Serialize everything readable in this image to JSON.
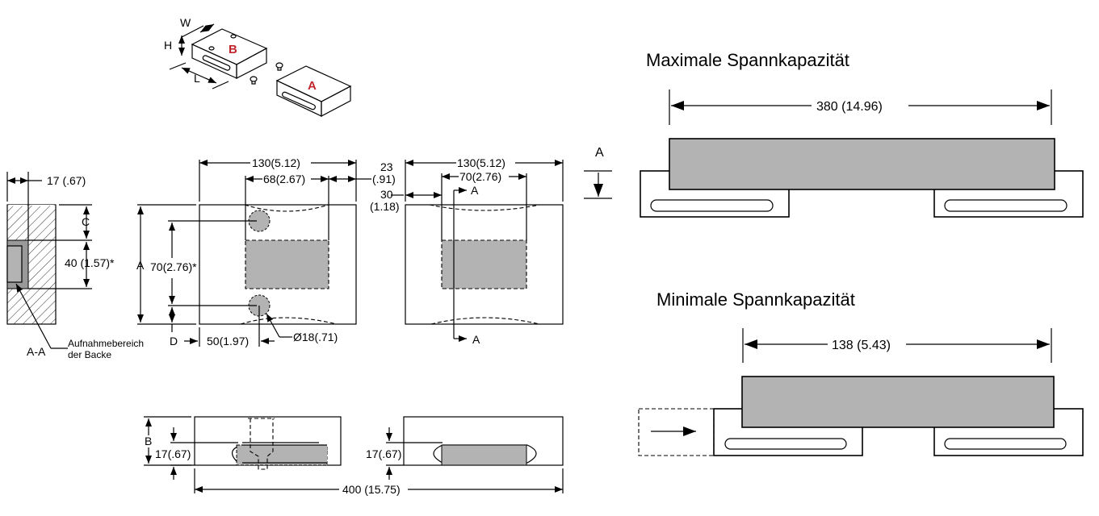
{
  "iso_view": {
    "block_b_label": "B",
    "block_a_label": "A",
    "dim_w": "W",
    "dim_h": "H",
    "dim_l": "L",
    "label_color": "#c0272d"
  },
  "section_view": {
    "dim_17": "17 (.67)",
    "dim_c": "C",
    "dim_40": "40 (1.57)*",
    "section_label": "A-A",
    "callout_line1": "Aufnahmebereich",
    "callout_line2": "der Backe"
  },
  "front_view_b": {
    "dim_130": "130(5.12)",
    "dim_68": "68(2.67)",
    "dim_23_top": "23",
    "dim_23_bottom": "(.91)",
    "dim_30_top": "30",
    "dim_30_bottom": "(1.18)",
    "dim_a": "A",
    "dim_70": "70(2.76)*",
    "dim_d": "D",
    "dim_50": "50(1.97)",
    "dim_dia": "Ø18(.71)"
  },
  "front_view_a": {
    "dim_130": "130(5.12)",
    "dim_70": "70(2.76)",
    "section_mark_top": "A",
    "section_mark_bottom": "A"
  },
  "bottom_views": {
    "dim_b": "B",
    "dim_17_left": "17(.67)",
    "dim_17_right": "17(.67)",
    "dim_400": "400 (15.75)"
  },
  "max_capacity": {
    "title": "Maximale Spannkapazität",
    "dim": "380 (14.96)",
    "dim_a": "A"
  },
  "min_capacity": {
    "title": "Minimale Spannkapazität",
    "dim": "138 (5.43)"
  },
  "colors": {
    "fill_gray": "#b3b3b3",
    "line": "#000000"
  }
}
